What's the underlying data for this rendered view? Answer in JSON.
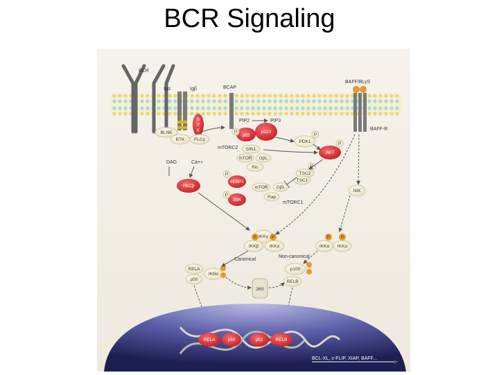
{
  "slide": {
    "title": "BCR Signaling"
  },
  "receptors": {
    "bcr": "BCR",
    "igalpha": "Igα",
    "igbeta": "Igβ",
    "bcap": "BCAP",
    "baff": "BAFF/BLyS",
    "baffr": "BAFF-R"
  },
  "proteins": {
    "syk_s": "S",
    "syk_y": "Y",
    "syk_k": "K",
    "blnk": "BLNK",
    "btk": "BTK",
    "plcg": "PLCγ",
    "pip2": "PIP2",
    "pip3": "PIP3",
    "p85": "p85",
    "p110": "p110",
    "pdk1": "PDK1",
    "akt": "AKT",
    "mtorc2": "mTORC2",
    "sin1": "SIN1",
    "mtor2": "mTOR",
    "gbl2": "GβL",
    "ric": "Ric",
    "tsc2": "TSC2",
    "tsc1": "TSC1",
    "ebp1": "4EBP1",
    "mtor1": "mTOR",
    "gbl1": "GβL",
    "s6k": "S6K",
    "rap": "Rap",
    "mtorc1": "mTORC1",
    "dag": "DAG",
    "ca": "Ca++",
    "pkcb": "PKCβ",
    "nik": "NIK",
    "ikkg": "IKKγ",
    "ikkb": "IKKβ",
    "ikka": "IKKα",
    "ikka_nc1": "IKKα",
    "ikka_nc2": "IKKα",
    "canonical": "Canonical",
    "noncanonical": "Non-canonical",
    "rela": "RELA",
    "p50": "p50",
    "ikba": "IKBα",
    "p100": "p100",
    "relb": "RELB",
    "proteasome": "26S",
    "p": "P"
  },
  "nucleus": {
    "rela": "RELA",
    "p50": "p50",
    "p52": "p52",
    "relb": "RELB",
    "targets": "BCL-XL, c-FLIP, XIAP, BAFF..."
  }
}
